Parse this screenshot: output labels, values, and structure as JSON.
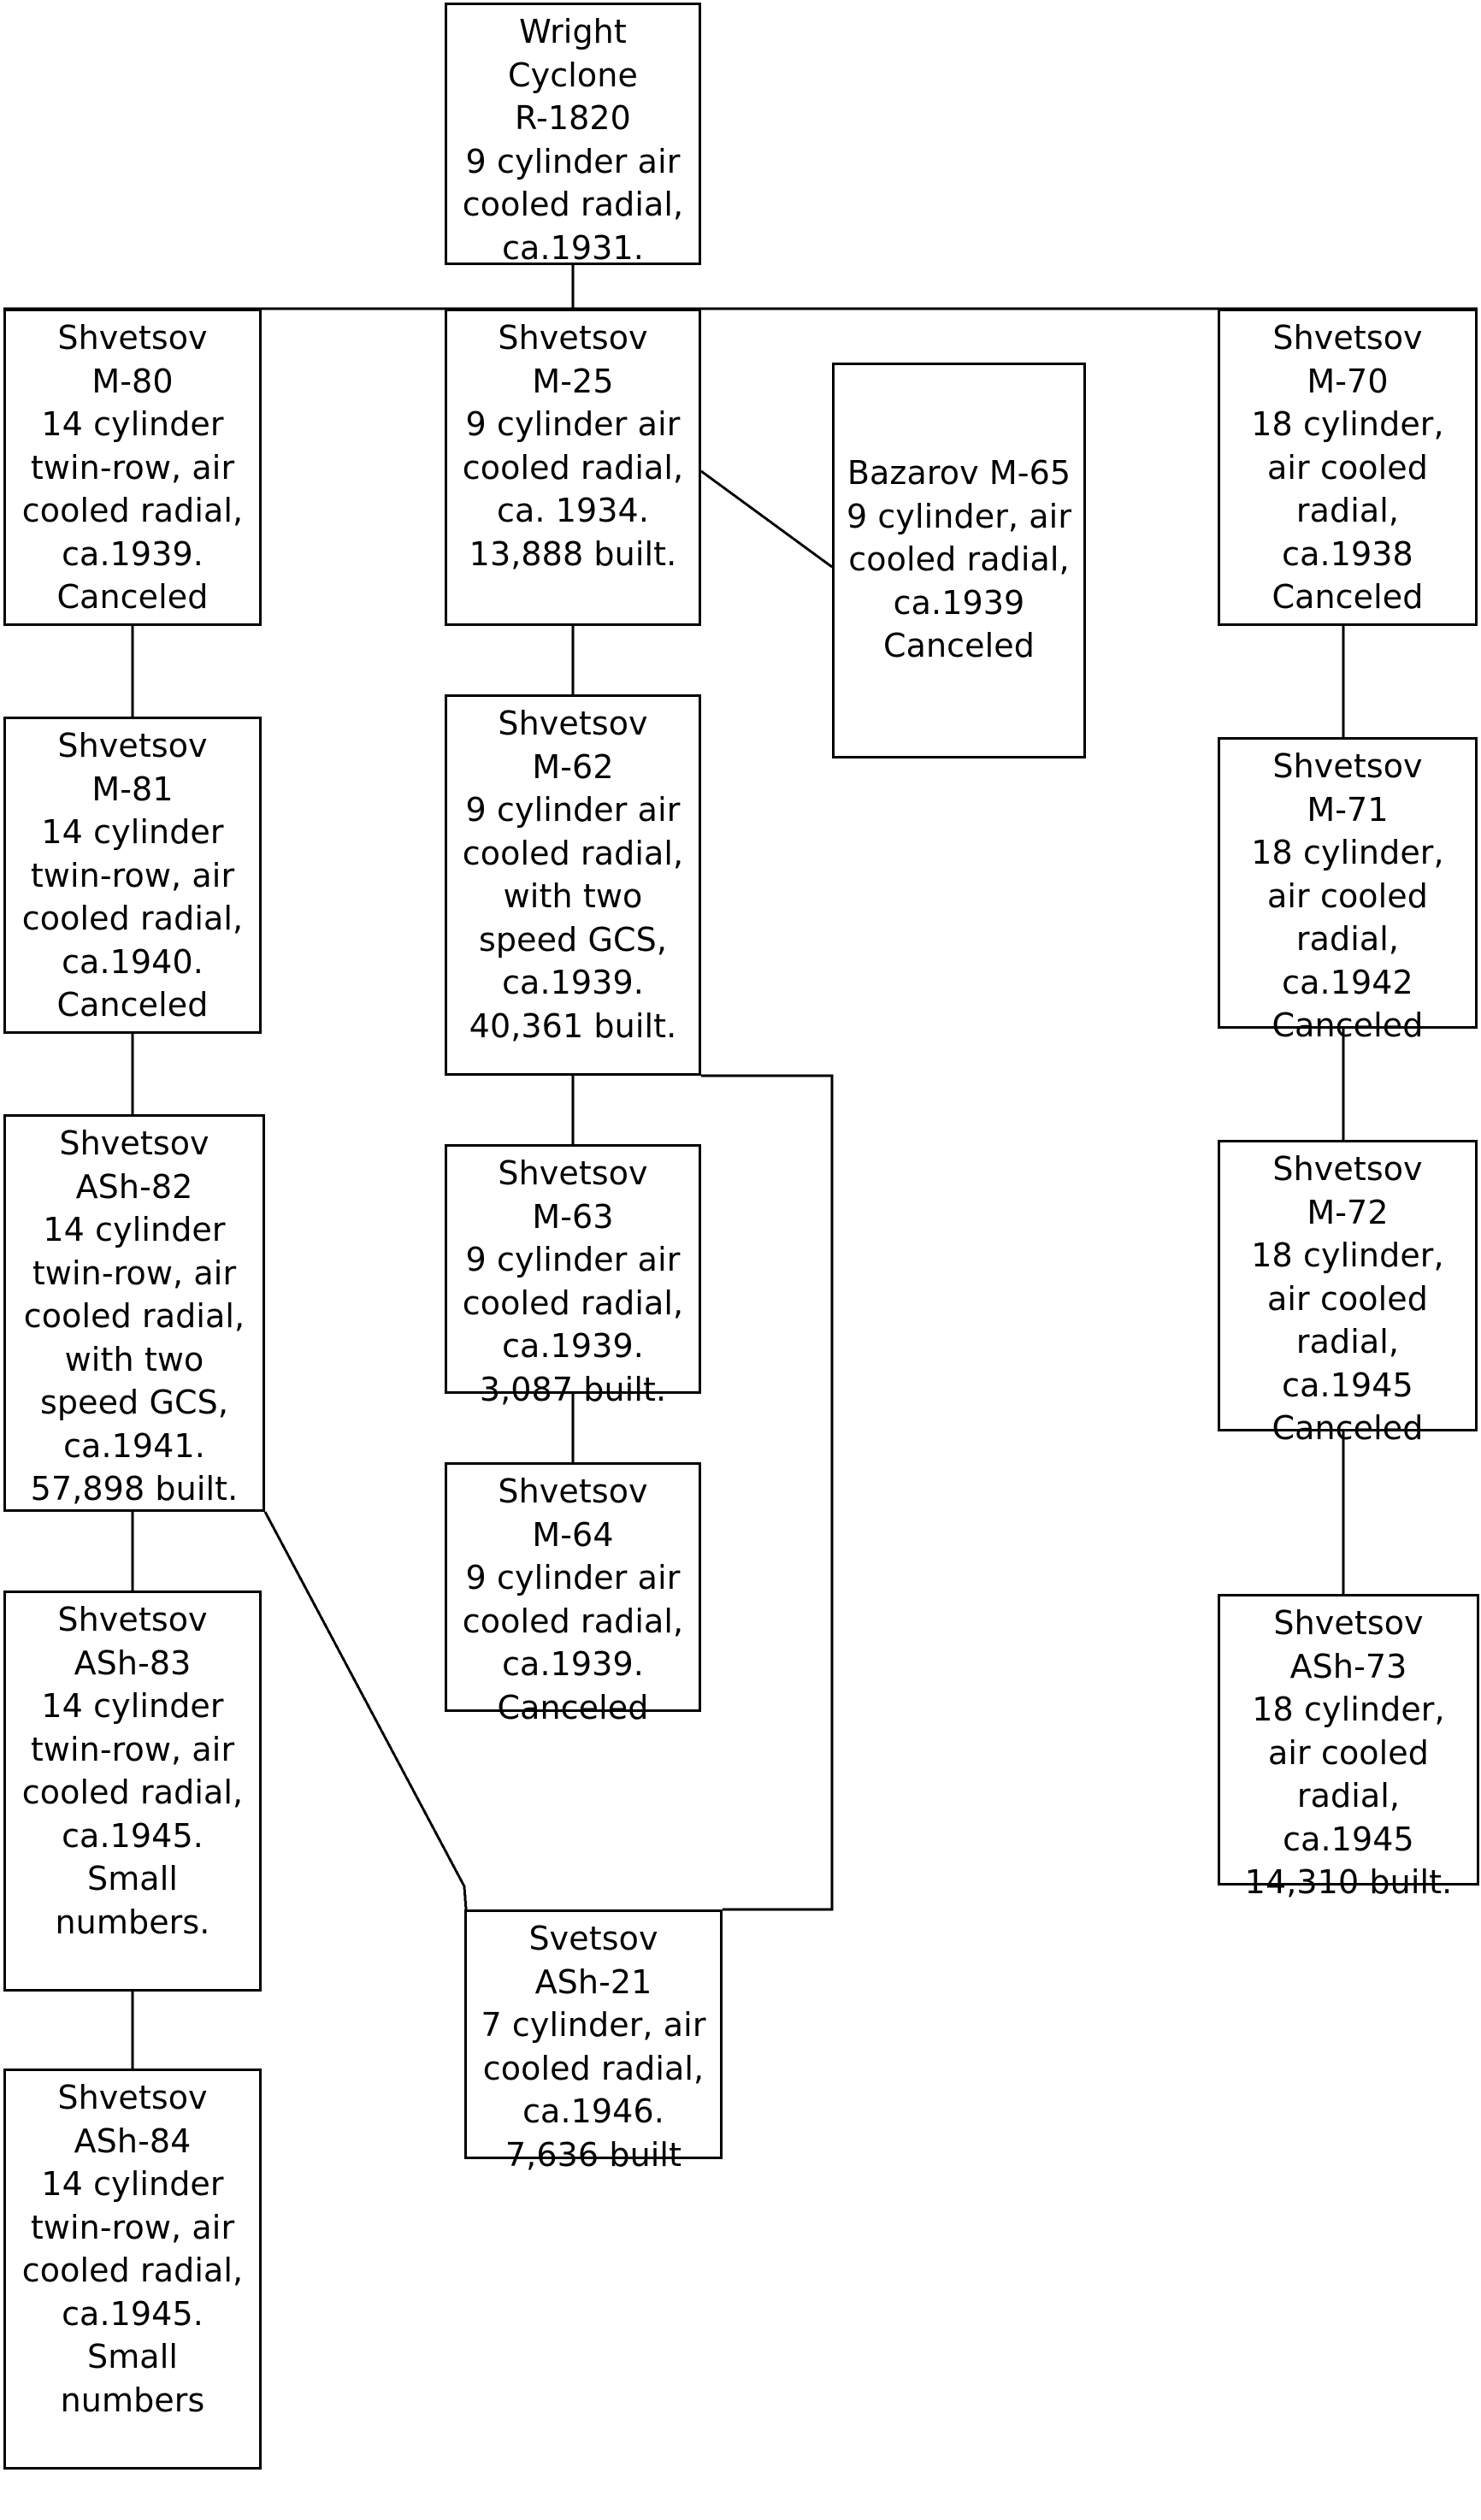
{
  "diagram": {
    "title": "Shvetsov radial aero-engine development family tree",
    "background_color": "#ffffff",
    "line_color": "#000000",
    "text_color": "#000000"
  },
  "nodes": {
    "wright_r1820": {
      "id": "wright-cyclone-r-1820",
      "lines": [
        "Wright",
        "Cyclone",
        "R-1820",
        "9 cylinder air",
        "cooled radial,",
        "ca.1931."
      ]
    },
    "m80": {
      "id": "shvetsov-m-80",
      "lines": [
        "Shvetsov",
        "M-80",
        "14 cylinder",
        "twin-row, air",
        "cooled radial,",
        "ca.1939.",
        "Canceled"
      ]
    },
    "m81": {
      "id": "shvetsov-m-81",
      "lines": [
        "Shvetsov",
        "M-81",
        "14 cylinder",
        "twin-row, air",
        "cooled radial,",
        "ca.1940.",
        "Canceled"
      ]
    },
    "ash82": {
      "id": "shvetsov-ash-82",
      "lines": [
        "Shvetsov",
        "ASh-82",
        "14 cylinder",
        "twin-row, air",
        "cooled radial,",
        "with two",
        "speed GCS,",
        "ca.1941.",
        "57,898 built."
      ]
    },
    "ash83": {
      "id": "shvetsov-ash-83",
      "lines": [
        "Shvetsov",
        "ASh-83",
        "14 cylinder",
        "twin-row, air",
        "cooled radial,",
        "ca.1945.",
        "Small",
        "numbers."
      ]
    },
    "ash84": {
      "id": "shvetsov-ash-84",
      "lines": [
        "Shvetsov",
        "ASh-84",
        "14 cylinder",
        "twin-row, air",
        "cooled radial,",
        "ca.1945.",
        "Small",
        "numbers"
      ]
    },
    "m25": {
      "id": "shvetsov-m-25",
      "lines": [
        "Shvetsov",
        "M-25",
        "9 cylinder air",
        "cooled radial,",
        "ca. 1934.",
        "13,888 built."
      ]
    },
    "m62": {
      "id": "shvetsov-m-62",
      "lines": [
        "Shvetsov",
        "M-62",
        "9 cylinder air",
        "cooled radial,",
        "with two",
        "speed GCS,",
        "ca.1939.",
        "40,361 built."
      ]
    },
    "m63": {
      "id": "shvetsov-m-63",
      "lines": [
        "Shvetsov",
        "M-63",
        "9 cylinder air",
        "cooled radial,",
        "ca.1939.",
        "3,087 built."
      ]
    },
    "m64": {
      "id": "shvetsov-m-64",
      "lines": [
        "Shvetsov",
        "M-64",
        "9 cylinder air",
        "cooled radial,",
        "ca.1939.",
        "Canceled"
      ]
    },
    "bazarov_m65": {
      "id": "bazarov-m-65",
      "lines": [
        "Bazarov M-65",
        "9 cylinder, air",
        "cooled radial,",
        "ca.1939",
        "Canceled"
      ]
    },
    "ash21": {
      "id": "svetsov-ash-21",
      "lines": [
        "Svetsov",
        "ASh-21",
        "7 cylinder, air",
        "cooled radial,",
        "ca.1946.",
        "7,636 built"
      ]
    },
    "m70": {
      "id": "shvetsov-m-70",
      "lines": [
        "Shvetsov",
        "M-70",
        "18 cylinder,",
        "air cooled",
        "radial,",
        "ca.1938",
        "Canceled"
      ]
    },
    "m71": {
      "id": "shvetsov-m-71",
      "lines": [
        "Shvetsov",
        "M-71",
        "18 cylinder,",
        "air cooled",
        "radial,",
        "ca.1942",
        "Canceled"
      ]
    },
    "m72": {
      "id": "shvetsov-m-72",
      "lines": [
        "Shvetsov",
        "M-72",
        "18 cylinder,",
        "air cooled",
        "radial,",
        "ca.1945",
        "Canceled"
      ]
    },
    "ash73": {
      "id": "shvetsov-ash-73",
      "lines": [
        "Shvetsov",
        "ASh-73",
        "18 cylinder,",
        "air cooled",
        "radial,",
        "ca.1945",
        "14,310 built."
      ]
    }
  },
  "edges": [
    {
      "from": "wright_r1820",
      "to": "bus",
      "kind": "vertical"
    },
    {
      "from": "bus",
      "to": "m80",
      "kind": "branch"
    },
    {
      "from": "bus",
      "to": "m25",
      "kind": "branch"
    },
    {
      "from": "bus",
      "to": "m70",
      "kind": "branch"
    },
    {
      "from": "m80",
      "to": "m81",
      "kind": "vertical"
    },
    {
      "from": "m81",
      "to": "ash82",
      "kind": "vertical"
    },
    {
      "from": "ash82",
      "to": "ash83",
      "kind": "vertical"
    },
    {
      "from": "ash83",
      "to": "ash84",
      "kind": "vertical"
    },
    {
      "from": "m25",
      "to": "bazarov_m65",
      "kind": "diagonal"
    },
    {
      "from": "m25",
      "to": "m62",
      "kind": "vertical"
    },
    {
      "from": "m62",
      "to": "m63",
      "kind": "vertical"
    },
    {
      "from": "m63",
      "to": "m64",
      "kind": "vertical"
    },
    {
      "from": "m62",
      "to": "ash21",
      "kind": "orthogonal"
    },
    {
      "from": "ash82",
      "to": "ash21",
      "kind": "diagonal"
    },
    {
      "from": "m70",
      "to": "m71",
      "kind": "vertical"
    },
    {
      "from": "m71",
      "to": "m72",
      "kind": "vertical"
    },
    {
      "from": "m72",
      "to": "ash73",
      "kind": "vertical"
    }
  ]
}
